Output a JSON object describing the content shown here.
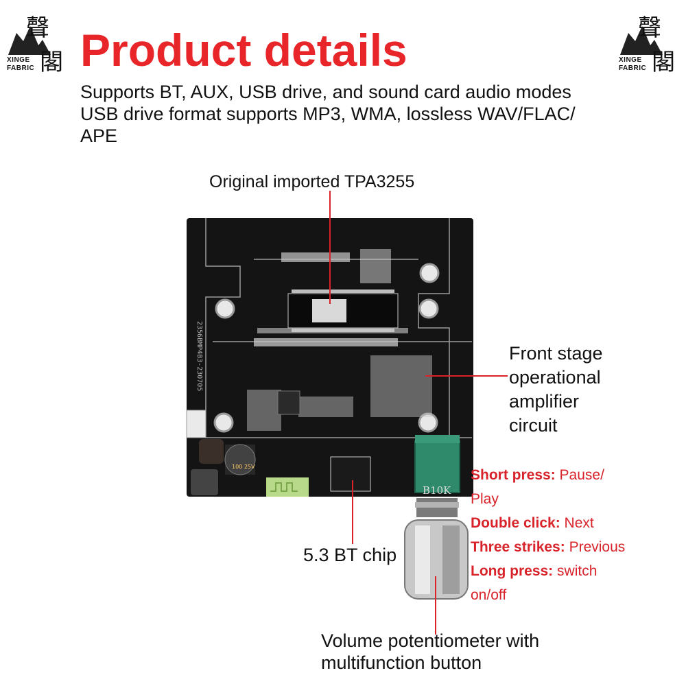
{
  "brand": {
    "seal_glyph_top": "聲",
    "seal_glyph_bottom": "閣",
    "name_line1": "XINGE",
    "name_line2": "FABRIC"
  },
  "header": {
    "title": "Product details",
    "subtitle_lines": [
      "Supports BT, AUX, USB drive, and sound card audio modes",
      "USB drive format supports MP3, WMA, lossless WAV/FLAC/",
      "APE"
    ]
  },
  "callouts": {
    "chip": "Original imported TPA3255",
    "opamp_lines": [
      "Front stage",
      "operational",
      "amplifier",
      "circuit"
    ],
    "bt": "5.3 BT chip",
    "pot_lines": [
      "Volume potentiometer with",
      "multifunction button"
    ]
  },
  "controls": [
    {
      "action": "Short press:",
      "effect": " Pause/",
      "cont": "Play"
    },
    {
      "action": "Double click:",
      "effect": " Next"
    },
    {
      "action": "Three strikes:",
      "effect": " Previous"
    },
    {
      "action": "Long press:",
      "effect": " switch",
      "cont": "on/off"
    }
  ],
  "board": {
    "pot_marking": "B10K",
    "silkscreen": "2356BMP4B3-230705",
    "cap_marking": "100 25V"
  },
  "colors": {
    "accent": "#e8262a",
    "line": "#d8232a",
    "pcb": "#141414",
    "pot_body": "#2f8a6b"
  }
}
